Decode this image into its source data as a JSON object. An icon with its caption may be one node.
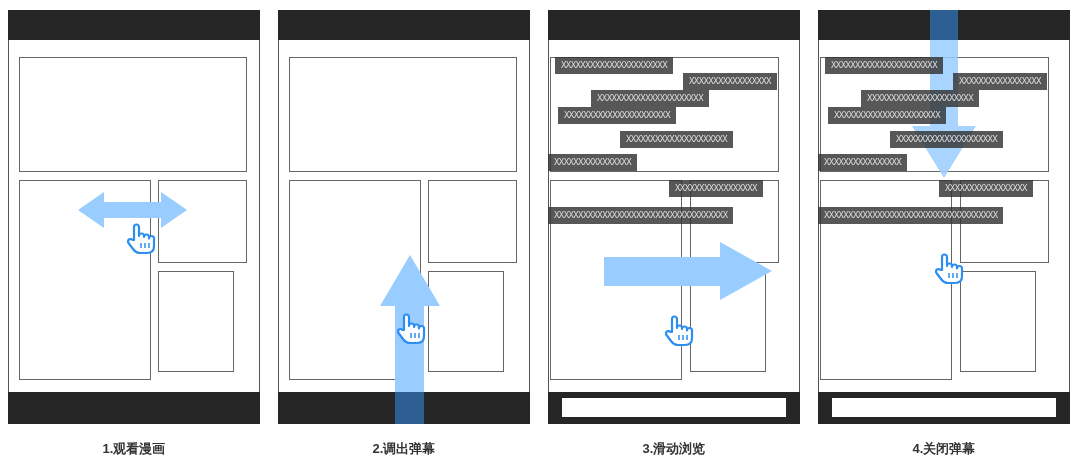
{
  "diagram": {
    "labels": [
      "XXXXXXXXXXXXXXXXXXXXXX",
      "XXXXXXXXXXXXXXXXX",
      "XXXXXXXXXXXXXXXXXXXXXX",
      "XXXXXXXXXXXXXXXXXXXXXX",
      "XXXXXXXXXXXXXXXXXXXXX",
      "XXXXXXXXXXXXXXXX",
      "XXXXXXXXXXXXXXXXX",
      "XXXXXXXXXXXXXXXXXXXXXXXXXXXXXXXXXXXX",
      "XXXXXXXXXXXXXXXXXXXXXX",
      "XXXXXXXXXXXXXXXXX",
      "XXXXXXXXXXXXXXXXXXXXXX",
      "XXXXXXXXXXXXXXXXXXXXXX",
      "XXXXXXXXXXXXXXXXXXXXX",
      "XXXXXXXXXXXXXXXX",
      "XXXXXXXXXXXXXXXXX",
      "XXXXXXXXXXXXXXXXXXXXXXXXXXXXXXXXXXXX",
      "1.观看漫画",
      "2.调出弹幕",
      "3.滑动浏览",
      "4.关闭弹幕"
    ]
  }
}
